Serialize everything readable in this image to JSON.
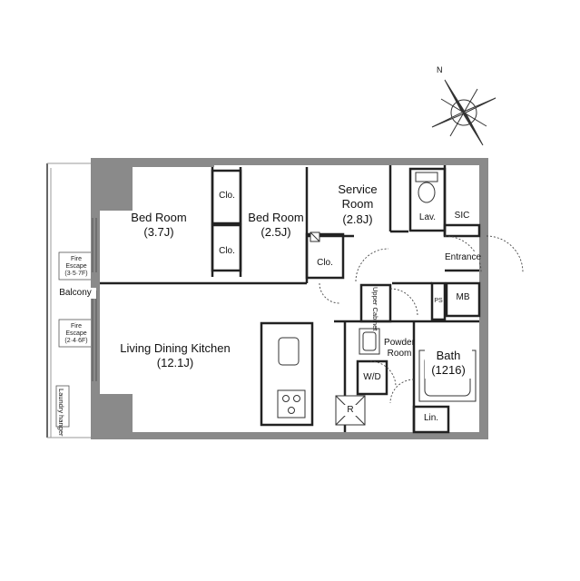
{
  "compass": {
    "north_label": "N"
  },
  "rooms": {
    "bedroom1": {
      "name": "Bed Room",
      "size": "(3.7J)"
    },
    "bedroom2": {
      "name": "Bed Room",
      "size": "(2.5J)"
    },
    "service_room": {
      "name": "Service",
      "name2": "Room",
      "size": "(2.8J)"
    },
    "ldk": {
      "name": "Living Dining Kitchen",
      "size": "(12.1J)"
    },
    "bath": {
      "name": "Bath",
      "size": "(1216)"
    },
    "powder_room": {
      "name": "Powder",
      "name2": "Room"
    }
  },
  "labels": {
    "clo_a": "Clo.",
    "clo_b": "Clo.",
    "clo_c": "Clo.",
    "lav": "Lav.",
    "sic": "SIC",
    "entrance": "Entrance",
    "ps": "PS",
    "mb": "MB",
    "upper_cabinet": "Upper Cabinet",
    "wd": "W/D",
    "refrigerator": "R",
    "lin": "Lin.",
    "balcony": "Balcony",
    "fire_escape_1": "Fire Escape",
    "fire_escape_1_floors": "(3·5·7F)",
    "fire_escape_2": "Fire Escape",
    "fire_escape_2_floors": "(2·4·6F)",
    "laundry_hanger": "Laundry hanger"
  }
}
